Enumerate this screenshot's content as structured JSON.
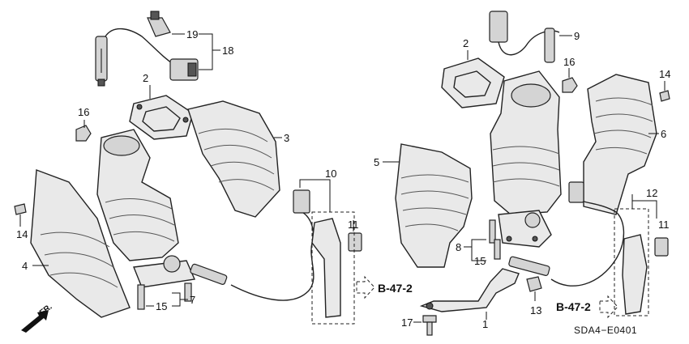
{
  "callouts": {
    "left": {
      "c19": "19",
      "c18": "18",
      "c2": "2",
      "c16": "16",
      "c3": "3",
      "c10": "10",
      "c11": "11",
      "c14": "14",
      "c4": "4",
      "c15": "15",
      "c7": "7"
    },
    "right": {
      "c9": "9",
      "c2": "2",
      "c16": "16",
      "c14": "14",
      "c6": "6",
      "c5": "5",
      "c12": "12",
      "c11": "11",
      "c8": "8",
      "c15": "15",
      "c13": "13",
      "c17": "17",
      "c1": "1"
    }
  },
  "references": {
    "left": "B-47-2",
    "right": "B-47-2"
  },
  "direction_label": "FR.",
  "diagram_code": "SDA4−E0401"
}
